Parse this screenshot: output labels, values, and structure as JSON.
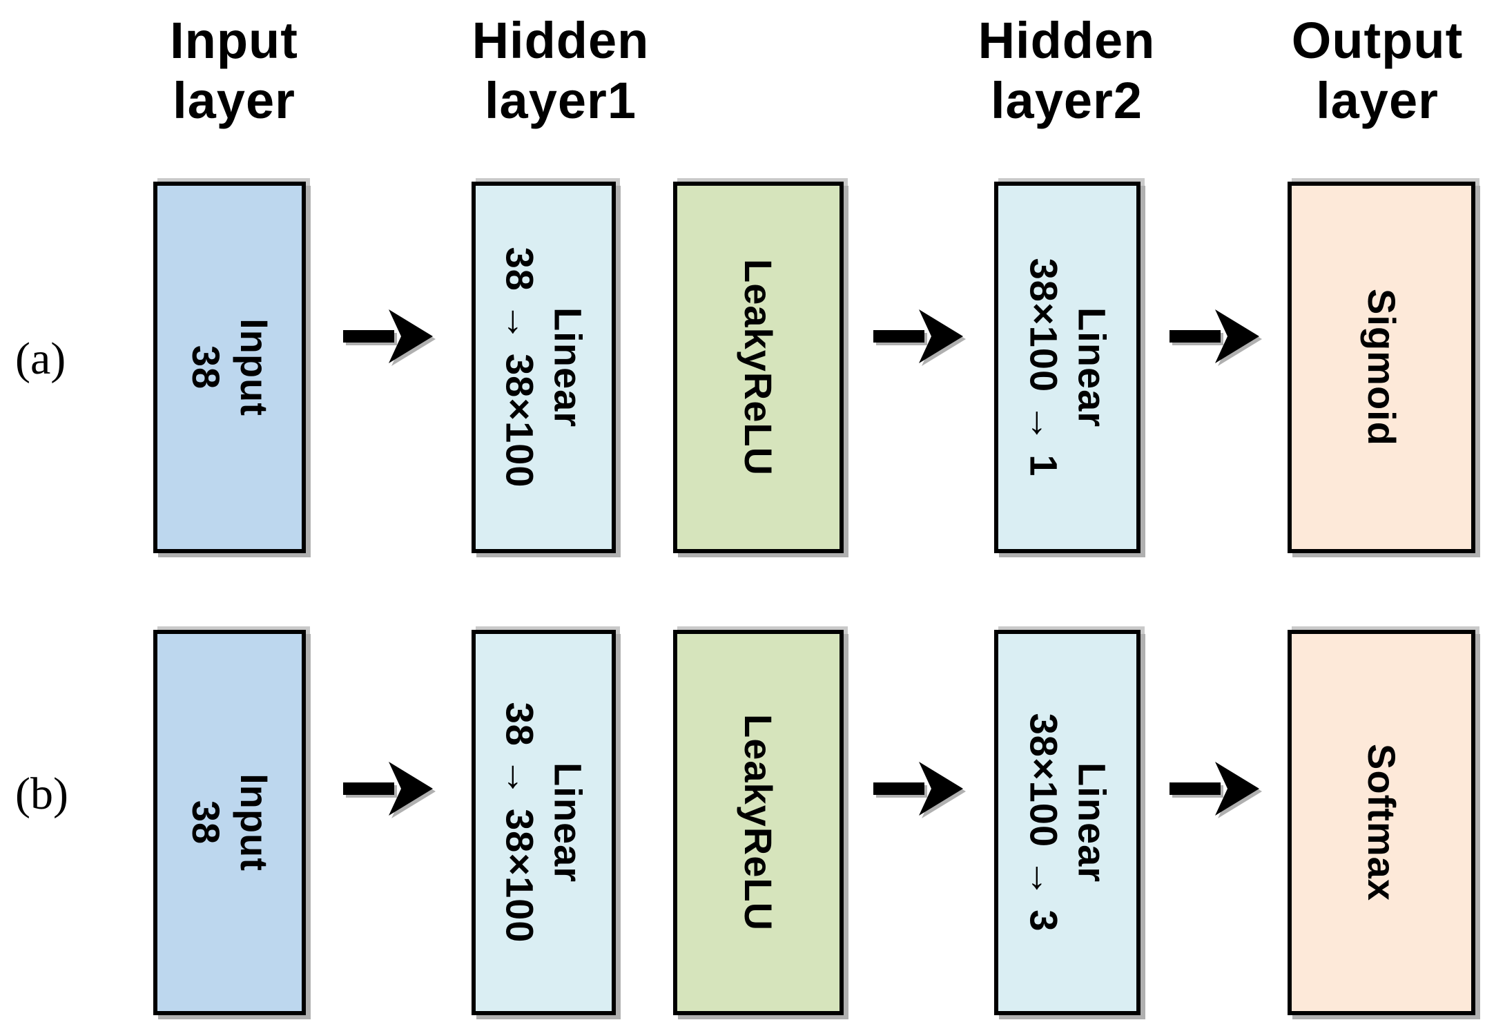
{
  "headers": [
    {
      "text": "Input\nlayer"
    },
    {
      "text": "Hidden\nlayer1"
    },
    {
      "text": "Hidden\nlayer2"
    },
    {
      "text": "Output\nlayer"
    }
  ],
  "rows": [
    {
      "label": "(a)",
      "boxes": [
        {
          "name": "input",
          "line1": "Input",
          "line2": "38"
        },
        {
          "name": "linear1",
          "line1": "Linear",
          "line2": "38 → 38×100"
        },
        {
          "name": "activation",
          "line1": "LeakyReLU",
          "line2": ""
        },
        {
          "name": "linear2",
          "line1": "Linear",
          "line2": "38×100 → 1"
        },
        {
          "name": "output",
          "line1": "Sigmoid",
          "line2": ""
        }
      ]
    },
    {
      "label": "(b)",
      "boxes": [
        {
          "name": "input",
          "line1": "Input",
          "line2": "38"
        },
        {
          "name": "linear1",
          "line1": "Linear",
          "line2": "38 → 38×100"
        },
        {
          "name": "activation",
          "line1": "LeakyReLU",
          "line2": ""
        },
        {
          "name": "linear2",
          "line1": "Linear",
          "line2": "38×100 → 3"
        },
        {
          "name": "output",
          "line1": "Softmax",
          "line2": ""
        }
      ]
    }
  ],
  "colors": {
    "input_fill": "#bdd7ee",
    "linear_fill": "#daeef3",
    "activation_fill": "#d6e4bc",
    "output_fill": "#fde9d9",
    "border": "#000000",
    "shadow": "#b0b0b0",
    "text": "#000000",
    "background": "#ffffff"
  }
}
